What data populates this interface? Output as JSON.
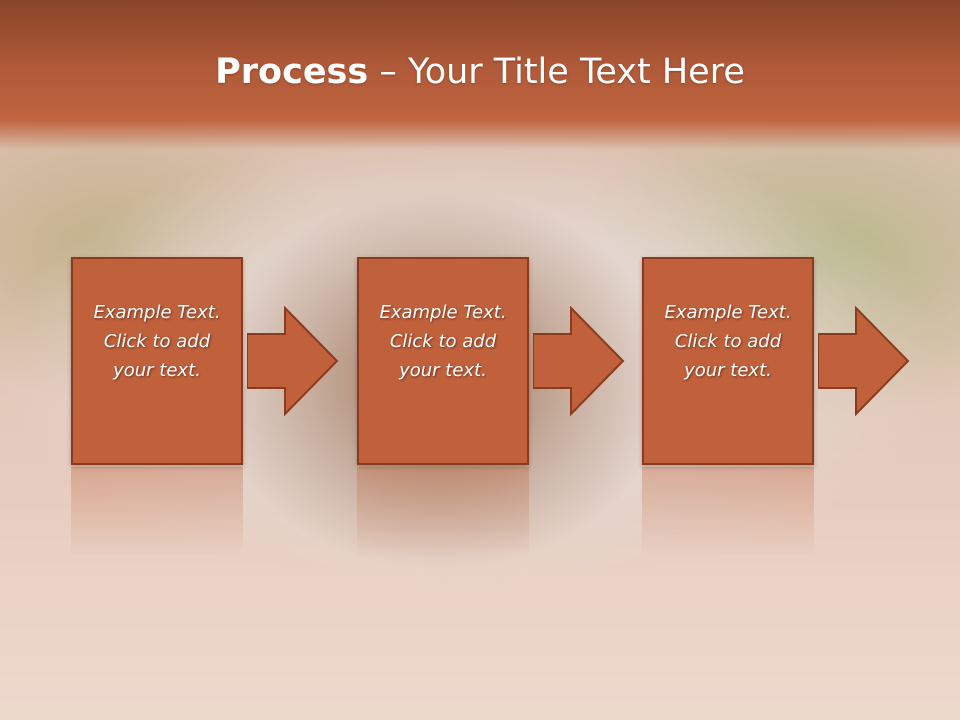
{
  "slide": {
    "title_bold": "Process",
    "title_rest": " – Your Title Text Here"
  },
  "steps": [
    {
      "text": "Example Text.\nClick  to add\nyour text."
    },
    {
      "text": "Example Text.\nClick  to add\nyour text."
    },
    {
      "text": "Example Text.\nClick  to add\nyour text."
    }
  ],
  "colors": {
    "accent": "#c0613c",
    "accent_border": "#8a3a1e",
    "title_band": "#b05a39"
  }
}
